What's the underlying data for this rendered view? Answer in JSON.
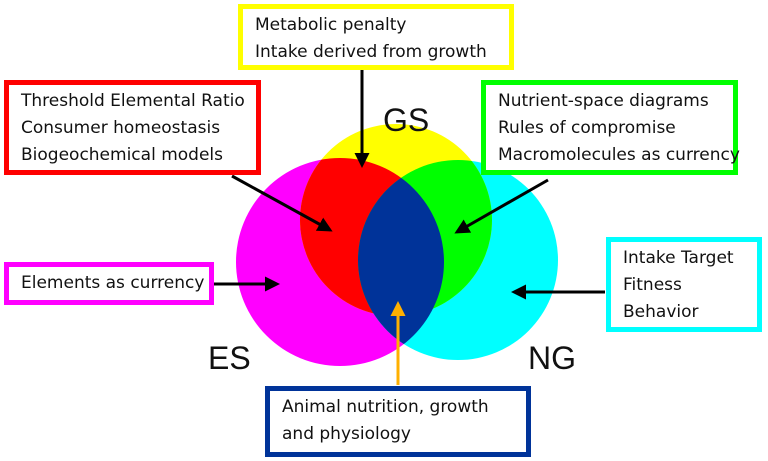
{
  "sets": {
    "gs": {
      "label": "GS",
      "color": "#ffff00"
    },
    "es": {
      "label": "ES",
      "color": "#ff00ff"
    },
    "ng": {
      "label": "NG",
      "color": "#00ffff"
    }
  },
  "overlaps": {
    "es_gs": "#ff0000",
    "gs_ng": "#00ff00",
    "center": "#003399"
  },
  "boxes": {
    "gs": {
      "color": "#ffff00",
      "lines": [
        "Metabolic penalty",
        "Intake derived from growth"
      ]
    },
    "es_gs": {
      "color": "#ff0000",
      "lines": [
        "Threshold Elemental Ratio",
        "Consumer homeostasis",
        "Biogeochemical models"
      ]
    },
    "gs_ng": {
      "color": "#00ff00",
      "lines": [
        "Nutrient-space diagrams",
        "Rules of compromise",
        "Macromolecules as currency"
      ]
    },
    "es": {
      "color": "#ff00ff",
      "lines": [
        "Elements as currency"
      ]
    },
    "ng": {
      "color": "#00ffff",
      "lines": [
        "Intake Target",
        "Fitness",
        "Behavior"
      ]
    },
    "center": {
      "color": "#003399",
      "lines": [
        "Animal nutrition, growth",
        "and physiology"
      ]
    }
  },
  "arrow_colors": {
    "default": "#000000",
    "center": "#ffb000"
  }
}
